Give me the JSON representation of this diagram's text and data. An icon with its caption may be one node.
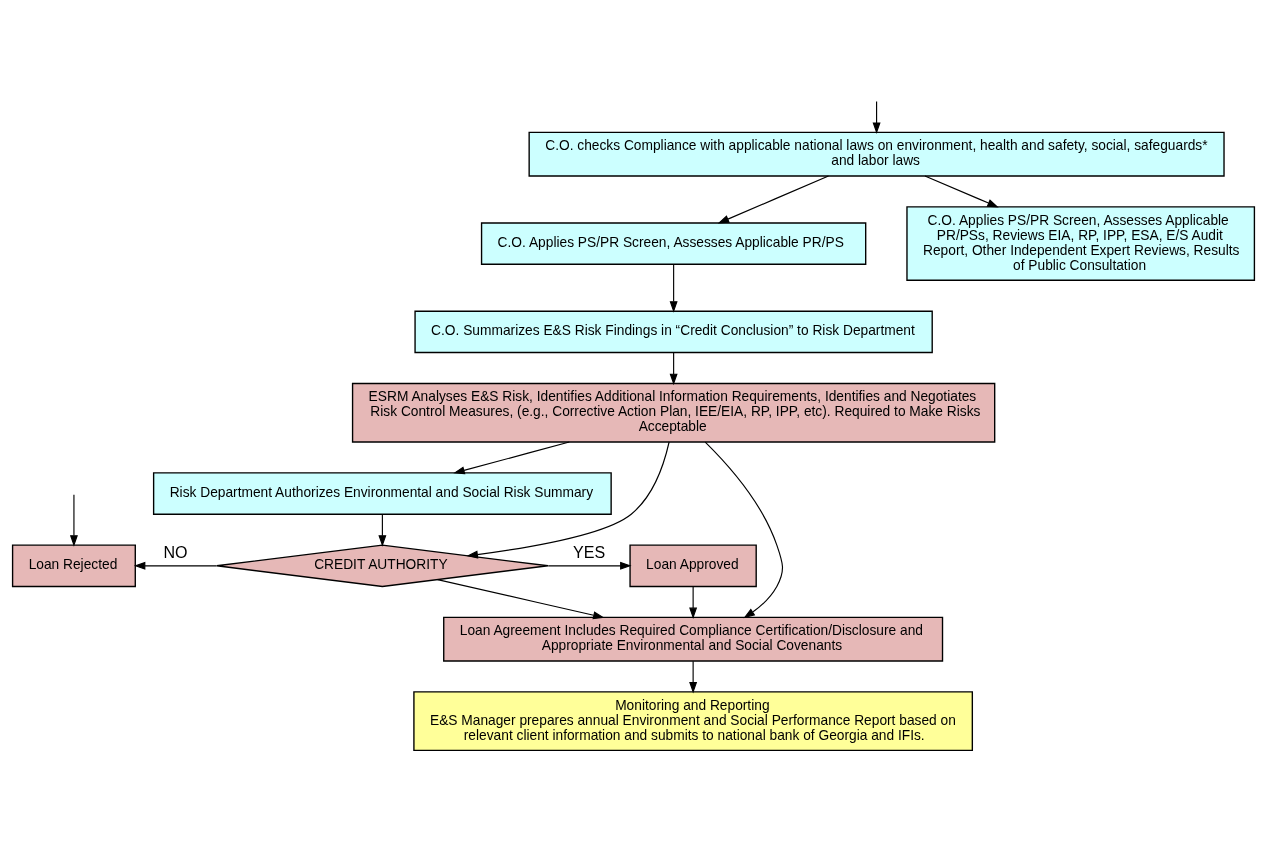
{
  "diagram": {
    "nodes": [
      {
        "text": [
          "C.O. checks Compliance with applicable national laws on environment, health and safety, social, safeguards* and labor laws"
        ]
      },
      {
        "text": [
          "C.O. Applies PS/PR Screen, Assesses Applicable PR/PS"
        ]
      },
      {
        "text": [
          "C.O. Applies PS/PR Screen, Assesses Applicable PR/PSs, Reviews EIA, RP, IPP, ESA, E/S Audit Report, Other Independent Expert Reviews, Results of Public Consultation"
        ]
      },
      {
        "text": [
          "C.O. Summarizes E&S Risk Findings in “Credit Conclusion” to Risk Department"
        ]
      },
      {
        "text": [
          "ESRM Analyses E&S Risk, Identifies Additional Information Requirements, Identifies and Negotiates Risk Control Measures, (e.g., Corrective Action Plan, IEE/EIA, RP, IPP, etc). Required to Make Risks Acceptable"
        ]
      },
      {
        "text": [
          "Risk Department Authorizes Environmental and Social Risk Summary"
        ]
      },
      {
        "text": [
          "CREDIT AUTHORITY"
        ]
      },
      {
        "text": [
          "Loan Rejected"
        ]
      },
      {
        "text": [
          "Loan Approved"
        ]
      },
      {
        "text": [
          "Loan Agreement Includes Required Compliance Certification/Disclosure and Appropriate Environmental and Social Covenants"
        ]
      },
      {
        "text": [
          "Monitoring and Reporting",
          "E&S Manager prepares annual Environment and Social Performance Report based on relevant client information and submits to national bank of Georgia and IFIs."
        ]
      }
    ],
    "edges": [
      {
        "from": null,
        "to": 0,
        "arrow": "to"
      },
      {
        "from": 0,
        "to": 1,
        "arrow": "to"
      },
      {
        "from": 0,
        "to": 2,
        "arrow": "to"
      },
      {
        "from": 1,
        "to": 3,
        "arrow": "to"
      },
      {
        "from": 3,
        "to": 4,
        "arrow": "to"
      },
      {
        "from": 4,
        "to": 5,
        "arrow": "to"
      },
      {
        "from": 4,
        "to": 6,
        "arrow": "to"
      },
      {
        "from": 4,
        "to": 9,
        "arrow": "to"
      },
      {
        "from": 5,
        "to": 6,
        "arrow": "to"
      },
      {
        "from": 6,
        "to": 7,
        "arrow": "to",
        "label": "NO"
      },
      {
        "from": 6,
        "to": 8,
        "arrow": "to",
        "label": "YES"
      },
      {
        "from": null,
        "to": 7,
        "arrow": "to"
      },
      {
        "from": 6,
        "to": 9,
        "arrow": "to"
      },
      {
        "from": 8,
        "to": 9,
        "arrow": "to"
      },
      {
        "from": 9,
        "to": 10,
        "arrow": "to"
      }
    ]
  }
}
